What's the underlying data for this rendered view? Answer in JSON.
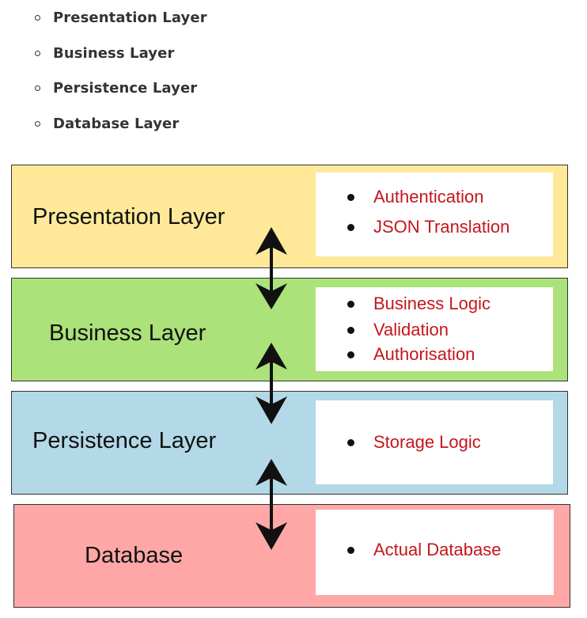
{
  "intro_list": [
    "Presentation Layer",
    "Business Layer",
    "Persistence Layer",
    "Database Layer"
  ],
  "layers": [
    {
      "title": "Presentation Layer",
      "color": "#ffe999",
      "items": [
        "Authentication",
        "JSON Translation"
      ]
    },
    {
      "title": "Business Layer",
      "color": "#abe27a",
      "items": [
        "Business Logic",
        "Validation",
        "Authorisation"
      ]
    },
    {
      "title": "Persistence Layer",
      "color": "#b3d8e8",
      "items": [
        "Storage Logic"
      ]
    },
    {
      "title": "Database",
      "color": "#ffa7a7",
      "items": [
        "Actual Database"
      ]
    }
  ],
  "colors": {
    "item_text": "#c4161c",
    "arrow": "#111111",
    "border": "#333333"
  },
  "icons": {
    "intro_bullet": "hollow-circle-bullet-icon",
    "item_bullet": "filled-circle-bullet-icon",
    "connector": "double-headed-arrow-icon"
  }
}
